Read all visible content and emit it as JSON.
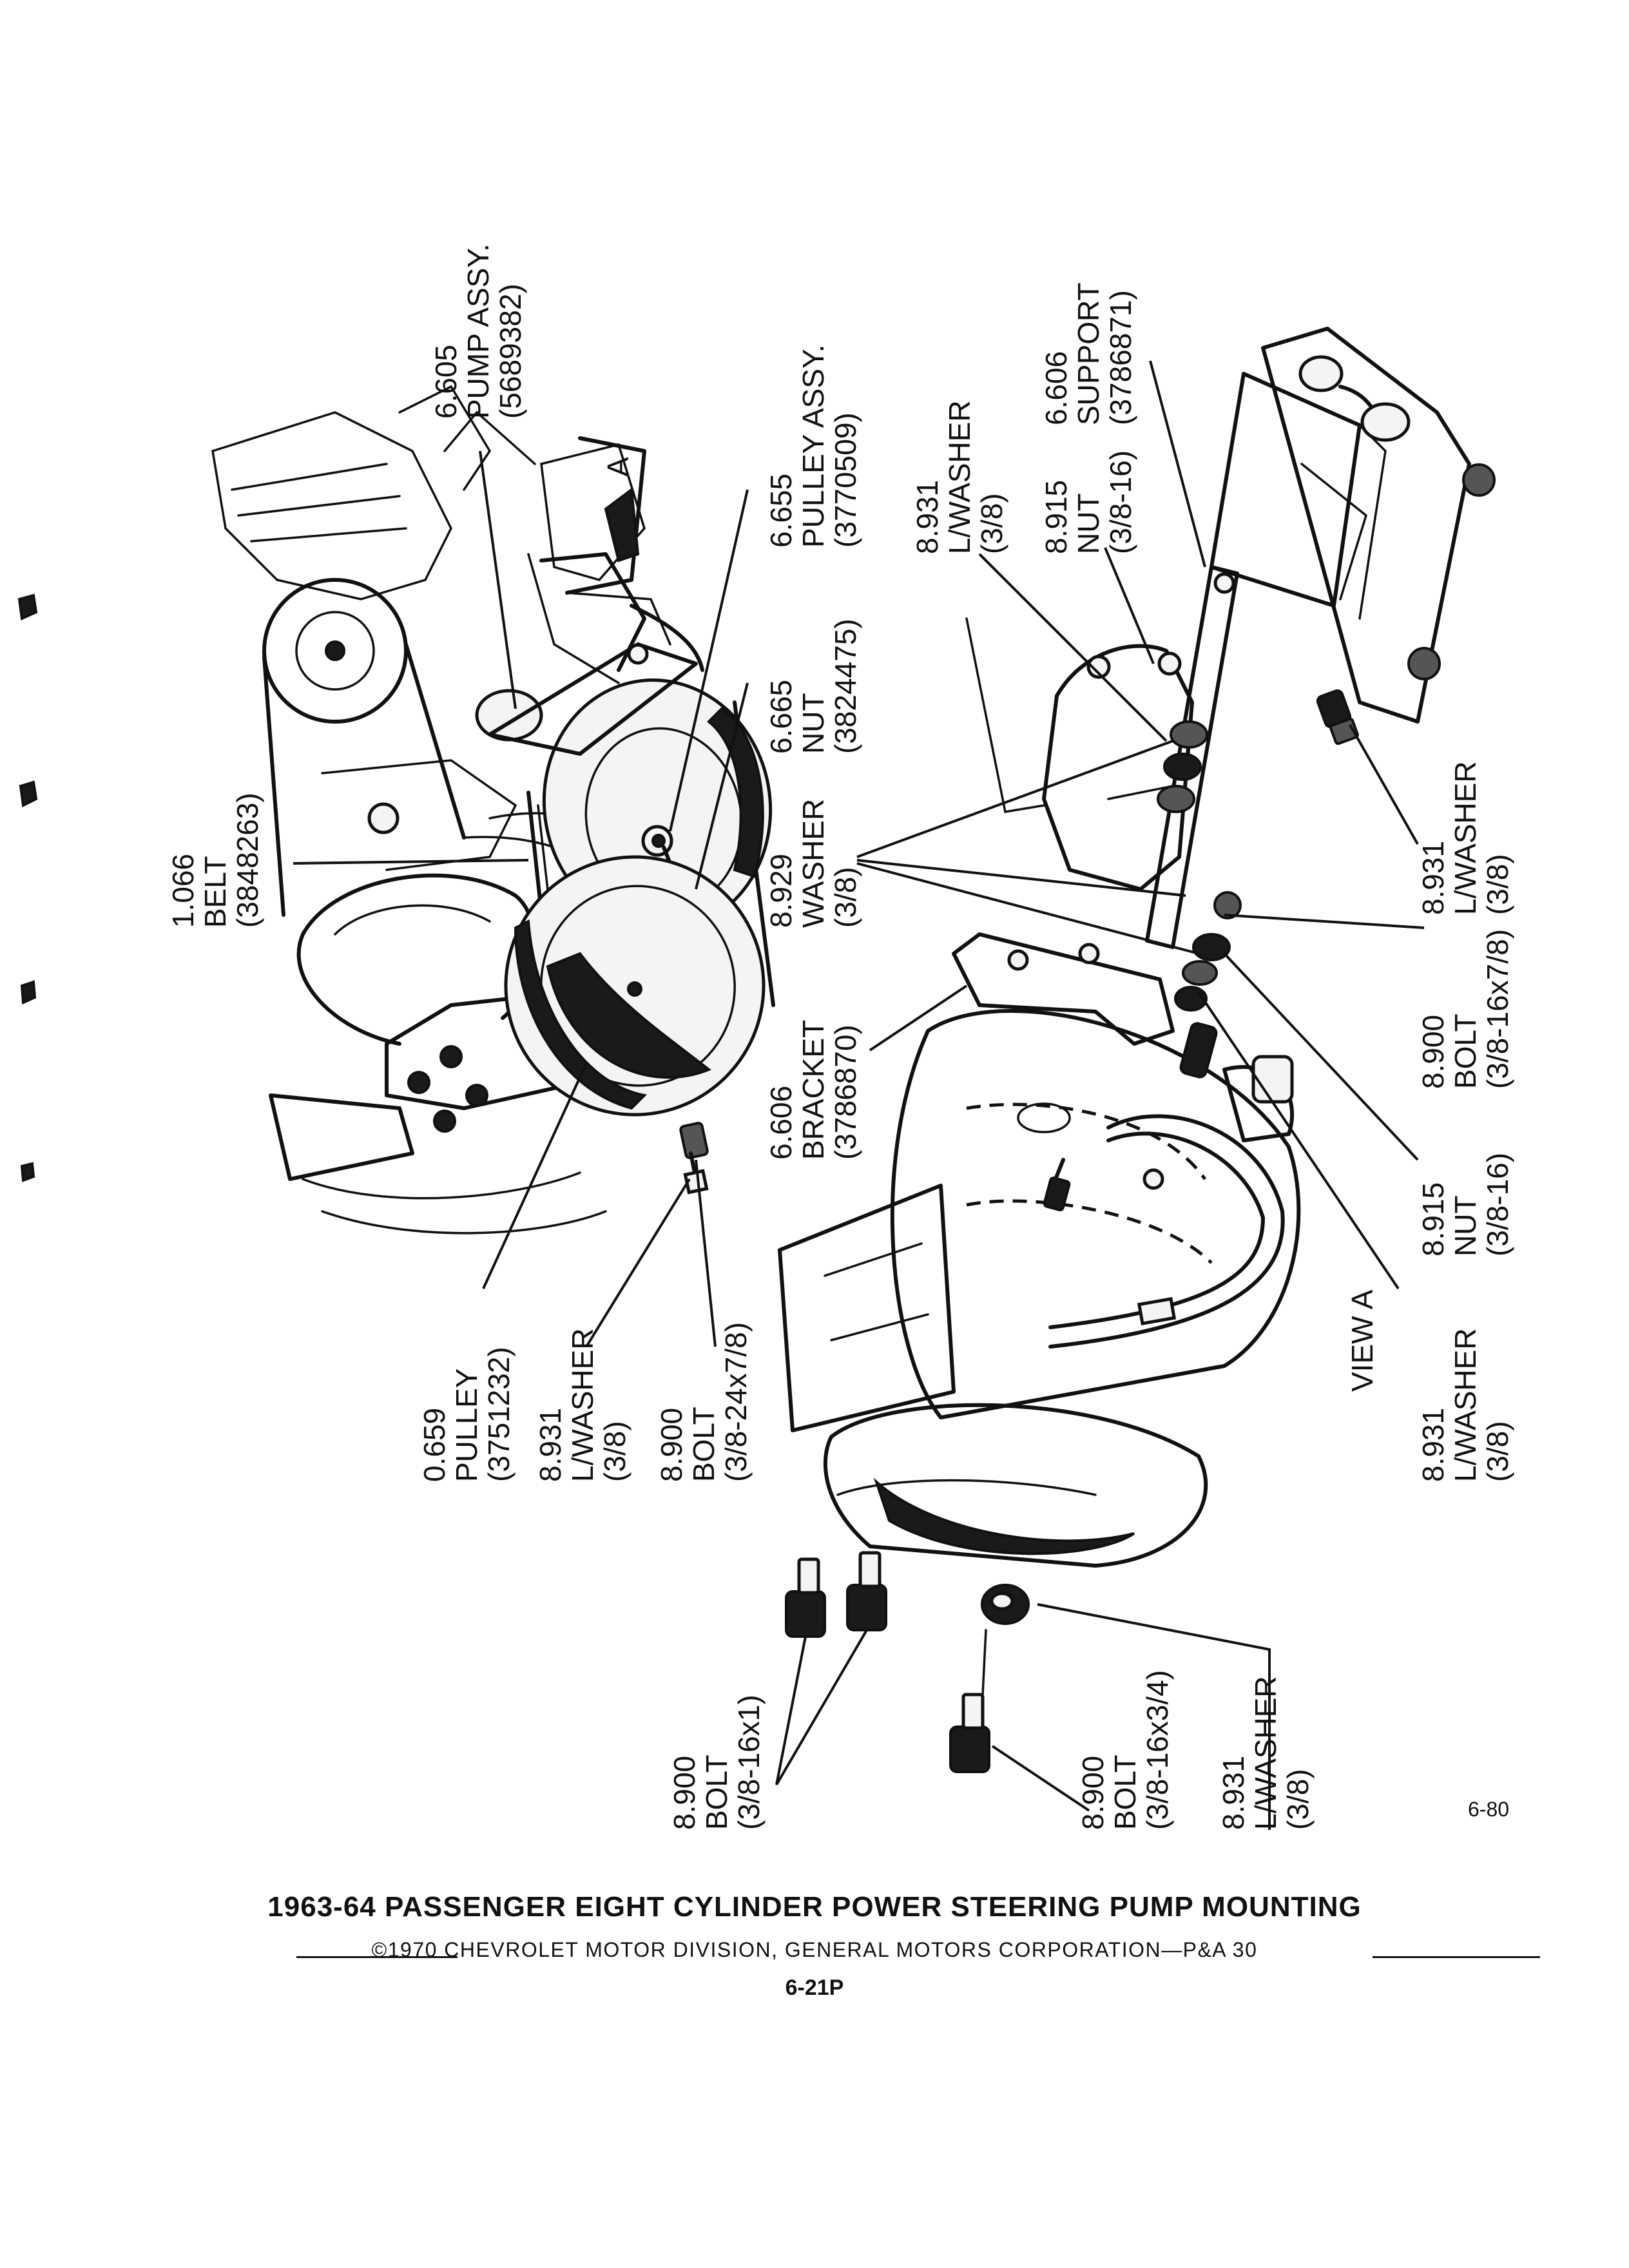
{
  "parts": {
    "pump_assy": {
      "code": "6.605",
      "name": "PUMP ASSY.",
      "num": "(5689382)"
    },
    "pulley_assy": {
      "code": "6.655",
      "name": "PULLEY ASSY.",
      "num": "(3770509)"
    },
    "nut_665": {
      "code": "6.665",
      "name": "NUT",
      "num": "(3824475)"
    },
    "belt": {
      "code": "1.066",
      "name": "BELT",
      "num": "(3848263)"
    },
    "washer_929": {
      "code": "8.929",
      "name": "WASHER",
      "num": "(3/8)"
    },
    "bracket": {
      "code": "6.606",
      "name": "BRACKET",
      "num": "(3786870)"
    },
    "pulley_659": {
      "code": "0.659",
      "name": "PULLEY",
      "num": "(3751232)"
    },
    "lwasher_left": {
      "code": "8.931",
      "name": "L/WASHER",
      "num": "(3/8)"
    },
    "bolt_left": {
      "code": "8.900",
      "name": "BOLT",
      "num": "(3/8-24x7/8)"
    },
    "lwasher_top": {
      "code": "8.931",
      "name": "L/WASHER",
      "num": "(3/8)"
    },
    "nut_915_top": {
      "code": "8.915",
      "name": "NUT",
      "num": "(3/8-16)"
    },
    "support": {
      "code": "6.606",
      "name": "SUPPORT",
      "num": "(3786871)"
    },
    "lwasher_right": {
      "code": "8.931",
      "name": "L/WASHER",
      "num": "(3/8)"
    },
    "bolt_right": {
      "code": "8.900",
      "name": "BOLT",
      "num": "(3/8-16x7/8)"
    },
    "nut_915_right": {
      "code": "8.915",
      "name": "NUT",
      "num": "(3/8-16)"
    },
    "lwasher_viewa": {
      "code": "8.931",
      "name": "L/WASHER",
      "num": "(3/8)"
    },
    "bolt_16x1": {
      "code": "8.900",
      "name": "BOLT",
      "num": "(3/8-16x1)"
    },
    "bolt_16x34": {
      "code": "8.900",
      "name": "BOLT",
      "num": "(3/8-16x3/4)"
    },
    "lwasher_bottom": {
      "code": "8.931",
      "name": "L/WASHER",
      "num": "(3/8)"
    }
  },
  "view_a_label": "VIEW A",
  "callout_a": "A",
  "figure_ref": "6-80",
  "title": "1963-64 PASSENGER EIGHT CYLINDER POWER STEERING PUMP MOUNTING",
  "copyright": "©1970 CHEVROLET MOTOR DIVISION, GENERAL MOTORS CORPORATION—P&A 30",
  "page_number": "6-21P"
}
